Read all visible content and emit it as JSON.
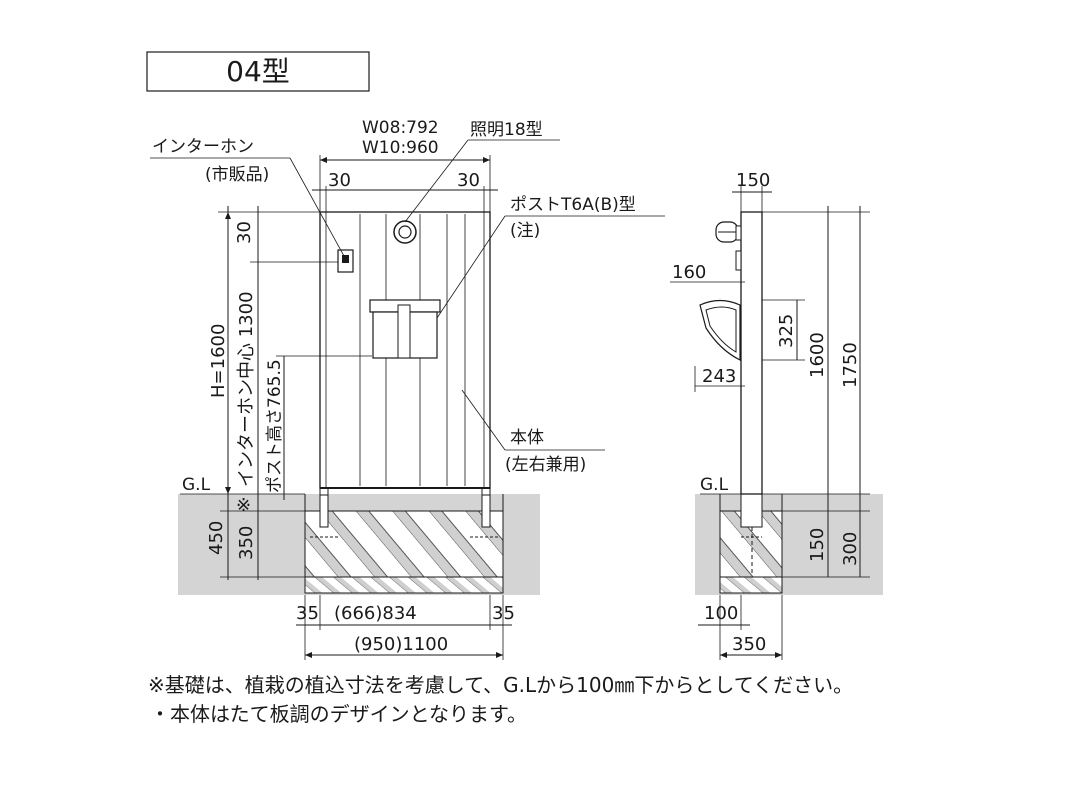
{
  "title": "04型",
  "front": {
    "width_w08": "W08:792",
    "width_w10": "W10:960",
    "margin_left": "30",
    "margin_right": "30",
    "top_30": "30",
    "height_total": "H=1600",
    "intercom_center": "インターホン中心 1300",
    "post_height": "ポスト高さ765.5",
    "asterisk": "※",
    "gl": "G.L",
    "found_450": "450",
    "found_350": "350",
    "bottom_35_left": "35",
    "bottom_mid": "(666)834",
    "bottom_35_right": "35",
    "bottom_total": "(950)1100",
    "label_intercom_1": "インターホン",
    "label_intercom_2": "(市販品)",
    "label_light": "照明18型",
    "label_post_1": "ポストT6A(B)型",
    "label_post_2": "(注)",
    "label_body_1": "本体",
    "label_body_2": "(左右兼用)"
  },
  "side": {
    "top_150": "150",
    "dim_160": "160",
    "dim_325": "325",
    "dim_1600": "1600",
    "dim_1750": "1750",
    "dim_243": "243",
    "gl": "G.L",
    "dim_150b": "150",
    "dim_300": "300",
    "dim_100": "100",
    "dim_350": "350"
  },
  "notes": {
    "line1": "※基礎は、植栽の植込寸法を考慮して、G.Lから100㎜下からとしてください。",
    "line2": "・本体はたて板調のデザインとなります。"
  },
  "colors": {
    "ground": "#d4d4d4",
    "line": "#1a1a1a"
  }
}
